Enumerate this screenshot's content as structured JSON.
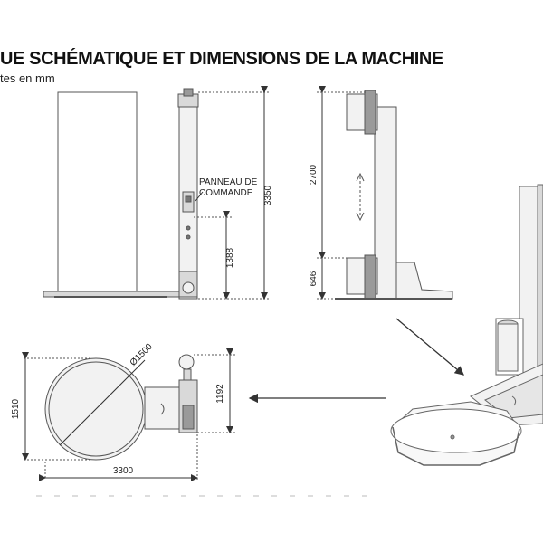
{
  "header": {
    "title": "UE SCHÉMATIQUE ET DIMENSIONS DE LA MACHINE",
    "subtitle": "tes en mm"
  },
  "labels": {
    "panel_line1": "PANNEAU DE",
    "panel_line2": "COMMANDE"
  },
  "dimensions": {
    "total_height": "3350",
    "panel_height": "1388",
    "mast_height": "2700",
    "base_height": "646",
    "turntable_diameter": "Ø1500",
    "depth": "1510",
    "arm_depth": "1192",
    "overall_length": "3300"
  },
  "colors": {
    "line": "#555555",
    "fill_light": "#f2f2f2",
    "fill_mid": "#d9d9d9",
    "fill_dark": "#9a9a9a"
  }
}
